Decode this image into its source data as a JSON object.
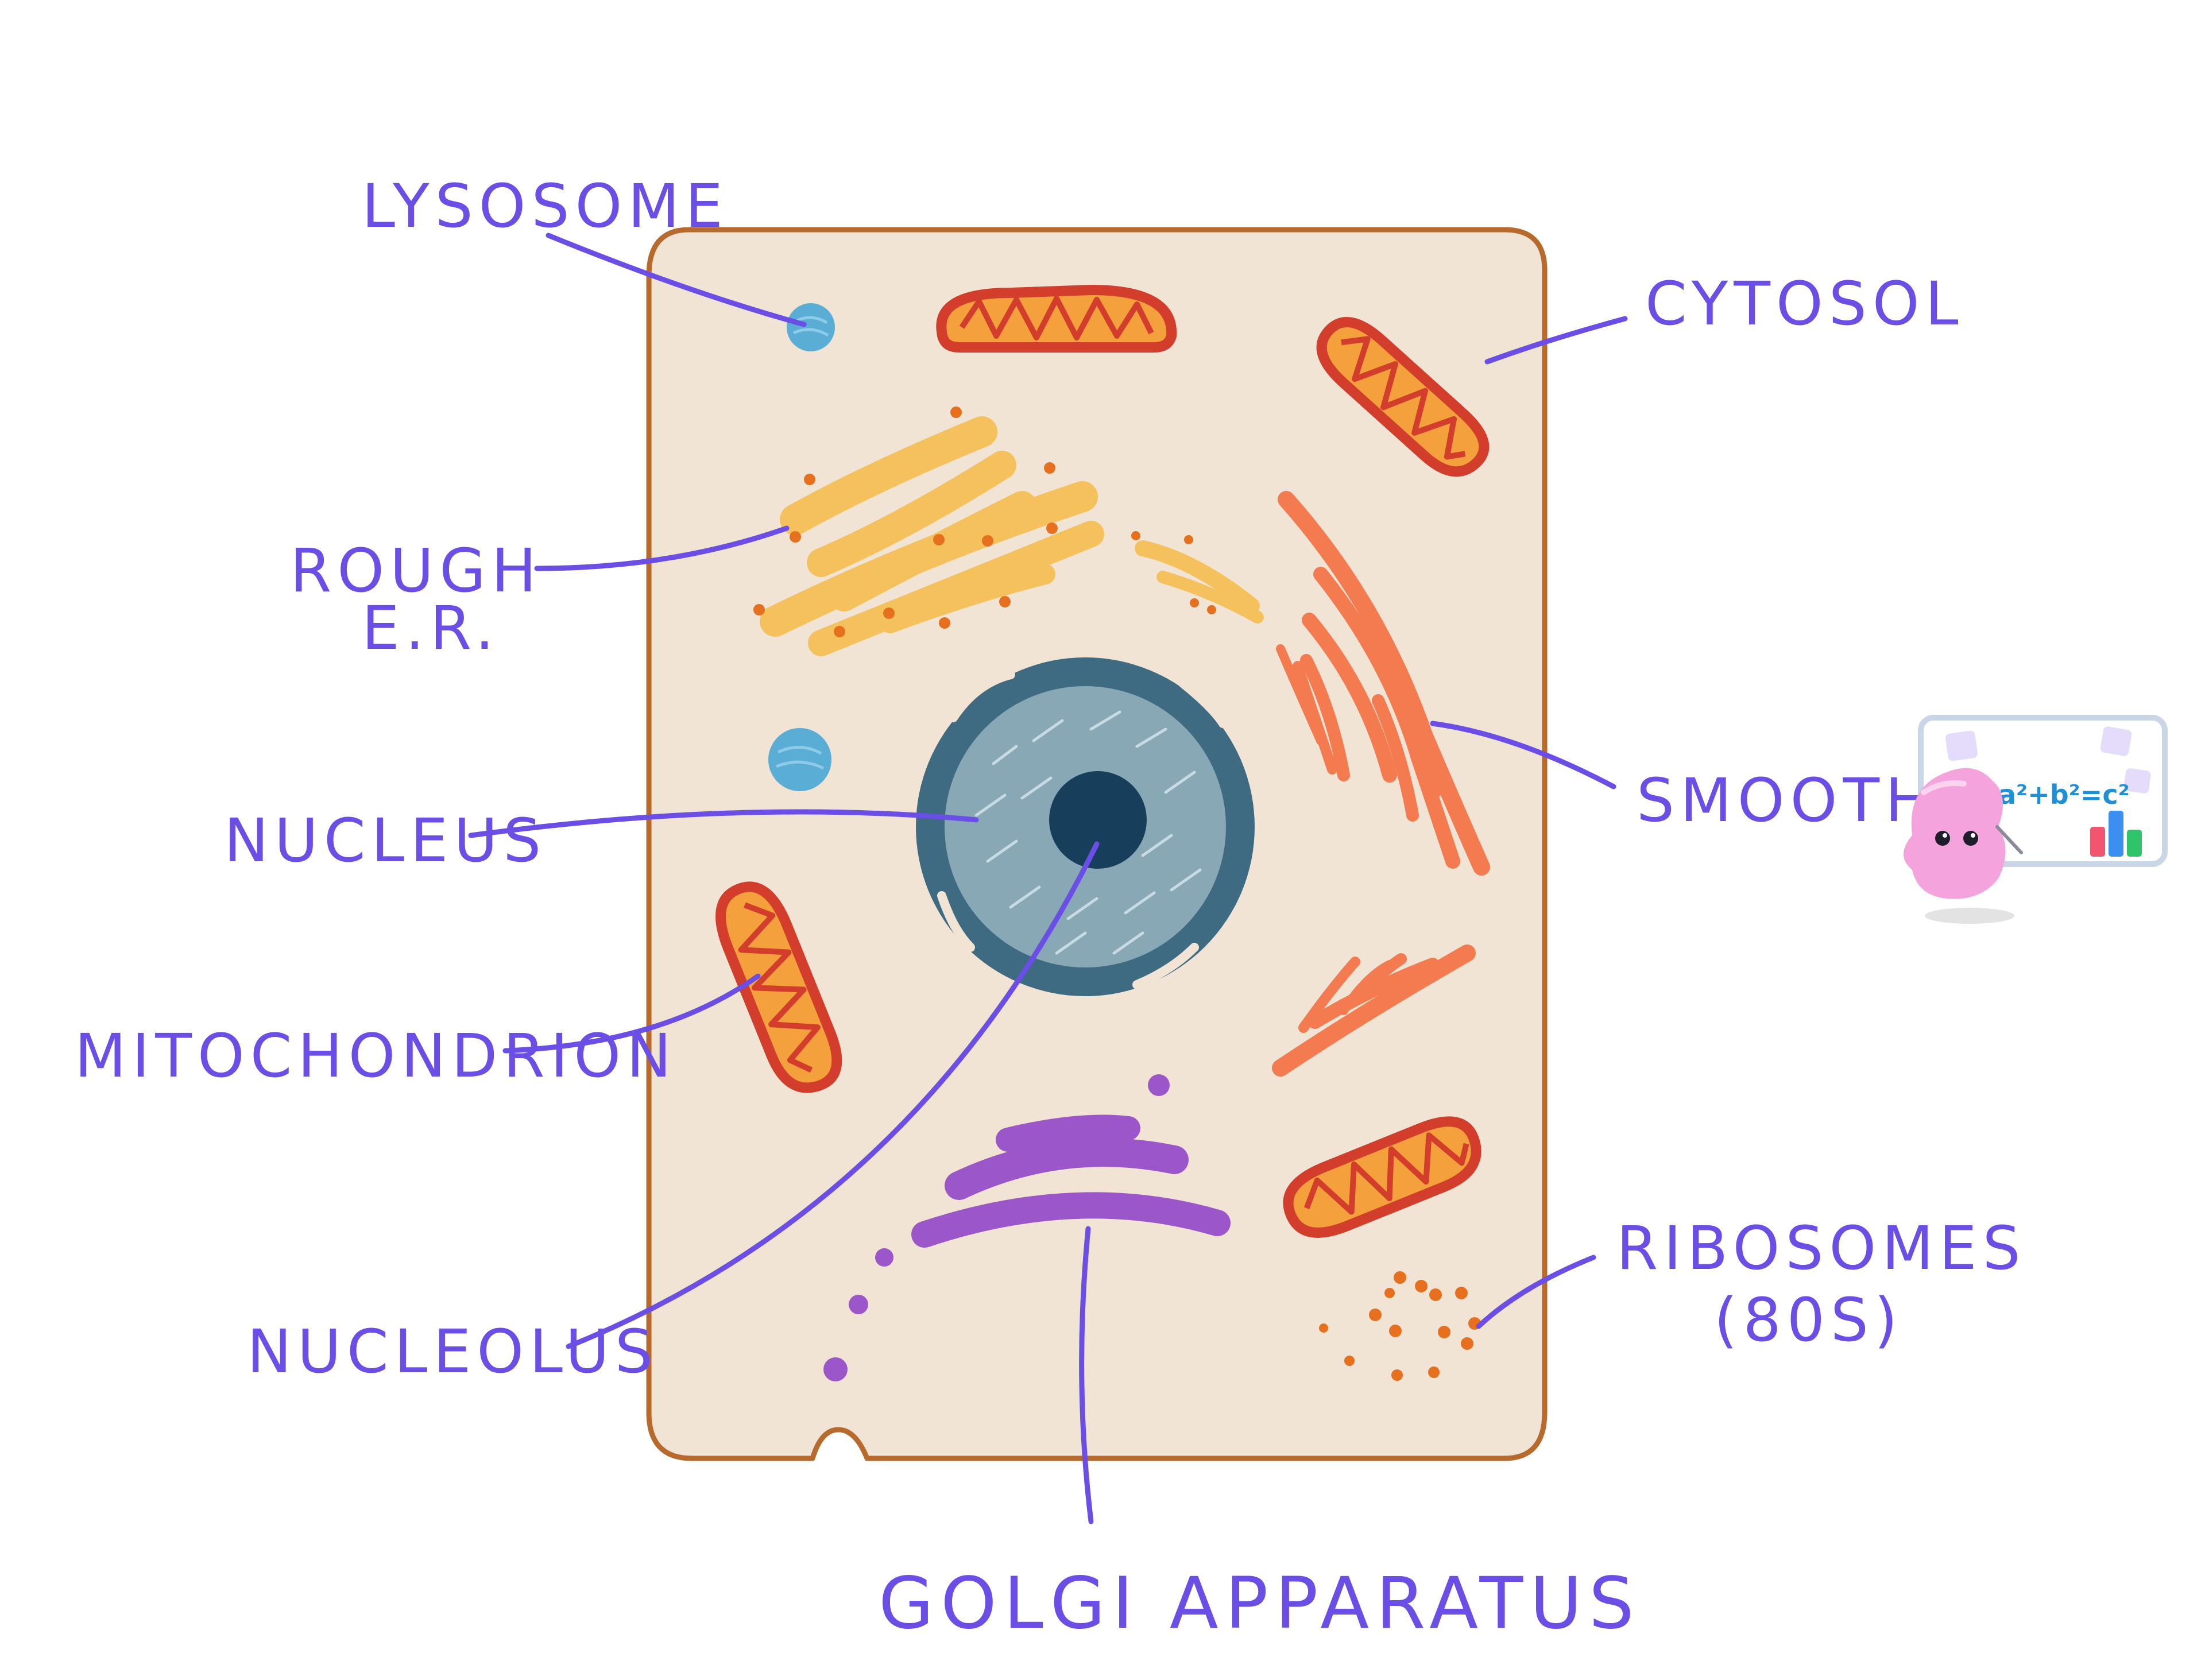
{
  "diagram": {
    "labels": {
      "lysosome": "LYSOSOME",
      "cytosol": "CYTOSOL",
      "rough_er_line1": "ROUGH",
      "rough_er_line2": "E.R.",
      "smooth_er": "SMOOTH E",
      "nucleus": "NUCLEUS",
      "mitochondrion": "MITOCHONDRION",
      "nucleolus": "NUCLEOLUS",
      "ribosomes_line1": "RIBOSOMES",
      "ribosomes_line2": "(80S)",
      "golgi": "GOLGI APPARATUS"
    },
    "mascot": {
      "formula": "a²+b²=c²"
    },
    "colors": {
      "label": "#6a4ee6",
      "cell_fill": "#f1e4d4",
      "cell_border": "#b86a2c",
      "nucleus_fill": "#88a8b5",
      "nucleus_ring": "#3e6a82",
      "nucleolus": "#173f5c",
      "lysosome": "#5aaed6",
      "mito_outer": "#d23d2c",
      "mito_inner": "#f4a03c",
      "rough_er": "#f5c15c",
      "ribosome": "#e6701e",
      "smooth_er": "#f47a50",
      "golgi": "#9b57c9",
      "mascot_pink": "#f5a3dc"
    }
  }
}
